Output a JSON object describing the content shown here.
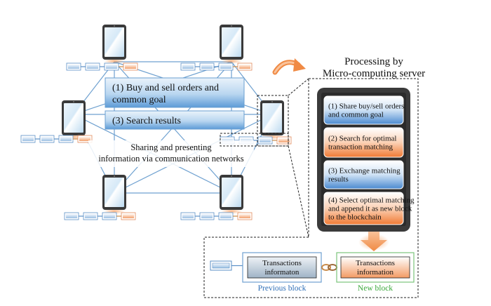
{
  "network": {
    "banner_orders": {
      "line1": "(1) Buy and sell orders and",
      "line2": "common goal"
    },
    "banner_search": "(3) Search results",
    "caption": {
      "line1": "Sharing and presenting",
      "line2": "information via communication networks"
    }
  },
  "server": {
    "title_line1": "Processing by",
    "title_line2": "Micro-computing server",
    "steps": [
      {
        "lines": [
          "(1) Share buy/sell orders",
          "and common goal"
        ],
        "color": "blue"
      },
      {
        "lines": [
          "(2) Search for optimal",
          "transaction matching"
        ],
        "color": "orange"
      },
      {
        "lines": [
          "(3) Exchange matching",
          "results"
        ],
        "color": "blue"
      },
      {
        "lines": [
          "(4) Select optimal matching",
          "and append it as new block",
          "to the blockchain"
        ],
        "color": "orange"
      }
    ]
  },
  "blockchain": {
    "previous": {
      "lines": [
        "Transactions",
        "informaton"
      ],
      "label": "Previous block"
    },
    "new": {
      "lines": [
        "Transactions",
        "information"
      ],
      "label": "New block"
    }
  },
  "colors": {
    "blue_accent": "#2f6fb7",
    "orange_accent": "#f07a34",
    "previous_label": "#2f6fb7",
    "new_label": "#3aa83a",
    "arrow_orange": "#f3a463",
    "network_line": "#6fa1d0",
    "tablet_body": "#3a3a3a"
  },
  "icons": {
    "tablet": "tablet-device-icon",
    "ledger": "blockchain-ledger-icon",
    "chain": "chain-link-icon",
    "curved_arrow": "curved-arrow-icon",
    "down_arrow": "down-arrow-icon"
  }
}
